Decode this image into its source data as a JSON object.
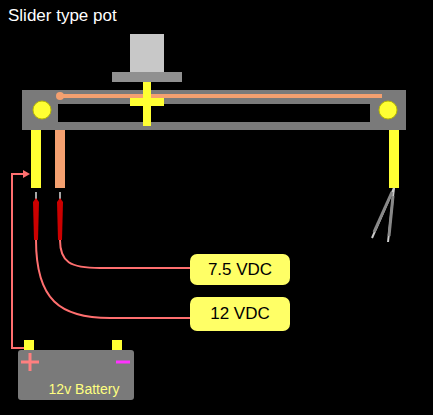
{
  "diagram": {
    "title": "Slider type pot",
    "nodes": [
      {
        "text": [
          "7.5 VDC"
        ]
      },
      {
        "text": [
          "12 VDC"
        ]
      },
      {
        "text": [
          "12v Battery"
        ]
      }
    ]
  }
}
